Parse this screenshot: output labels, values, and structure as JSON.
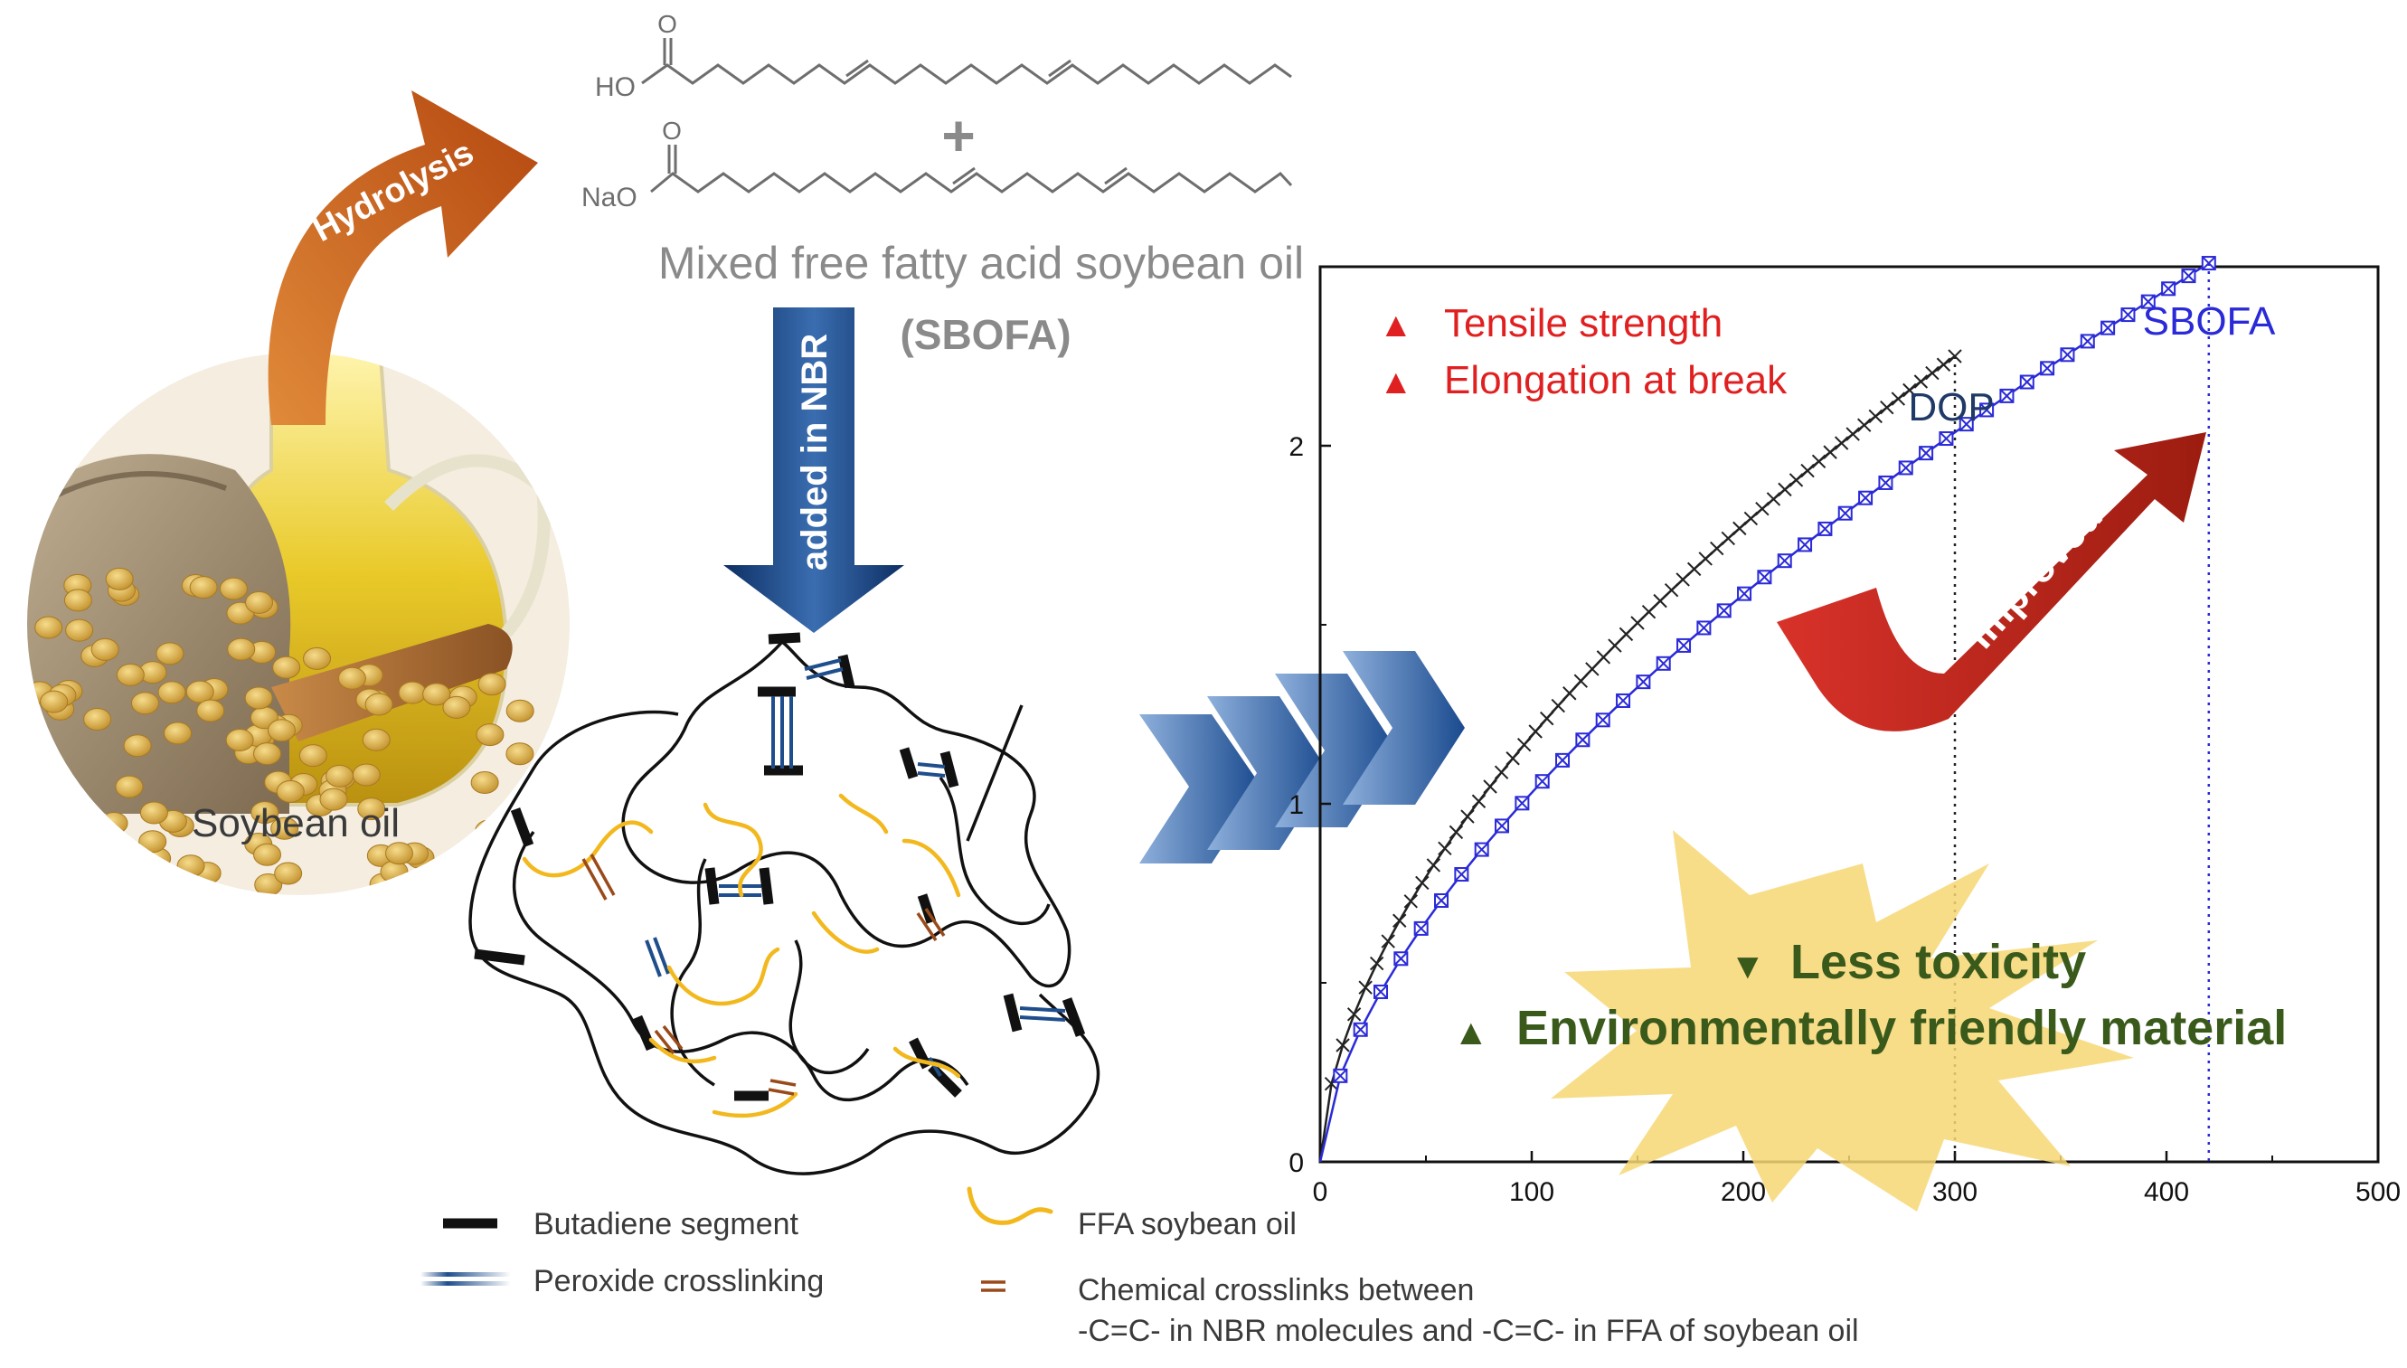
{
  "reaction": {
    "arrow_label": "Hydrolysis",
    "acid_group": "HO",
    "salt_group": "NaO",
    "plus_sign": "+",
    "product_name": "Mixed free fatty acid soybean oil",
    "product_abbr": "(SBOFA)",
    "source_label": "Soybean oil",
    "down_arrow_label": "added in NBR"
  },
  "legend": {
    "items": [
      {
        "label": "Butadiene segment",
        "icon": "butadiene-segment-icon"
      },
      {
        "label": "Peroxide crosslinking",
        "icon": "peroxide-crosslink-icon"
      },
      {
        "label": "FFA soybean oil",
        "icon": "ffa-strand-icon"
      },
      {
        "label": "Chemical crosslinks between",
        "icon": "chemical-crosslink-icon"
      }
    ],
    "crosslink_line2": "-C=C- in NBR molecules and -C=C- in FFA of soybean oil"
  },
  "colors": {
    "hydrolysis_arrow": "#c4581a",
    "navy": "#1f4e8c",
    "dop_series": "#222222",
    "sbofa_series": "#2a2ad8",
    "improved_arrow": "#c0281e",
    "starburst": "#f7d774",
    "benefit_text": "#3a5a1c",
    "property_text": "#e02020",
    "legend_gold": "#f2b81e",
    "legend_brown": "#9a4a1a"
  },
  "chart_data": {
    "type": "line",
    "title": "",
    "xlabel": "",
    "ylabel": "",
    "xlim": [
      0,
      500
    ],
    "ylim": [
      0,
      2.5
    ],
    "x_ticks": [
      "0",
      "100",
      "200",
      "300",
      "400",
      "500"
    ],
    "y_ticks": [
      "0",
      "1",
      "2"
    ],
    "grid": false,
    "series": [
      {
        "name": "DOP",
        "marker": "x",
        "color": "#222222",
        "x_end": 300,
        "y_end": 2.25
      },
      {
        "name": "SBOFA",
        "marker": "boxed-x",
        "color": "#2a2ad8",
        "x_end": 420,
        "y_end": 2.51
      }
    ],
    "annotations": {
      "properties": [
        "Tensile strength",
        "Elongation at break"
      ],
      "improved_label": "Improved",
      "benefits": [
        "Less toxicity",
        "Environmentally friendly material"
      ]
    }
  }
}
